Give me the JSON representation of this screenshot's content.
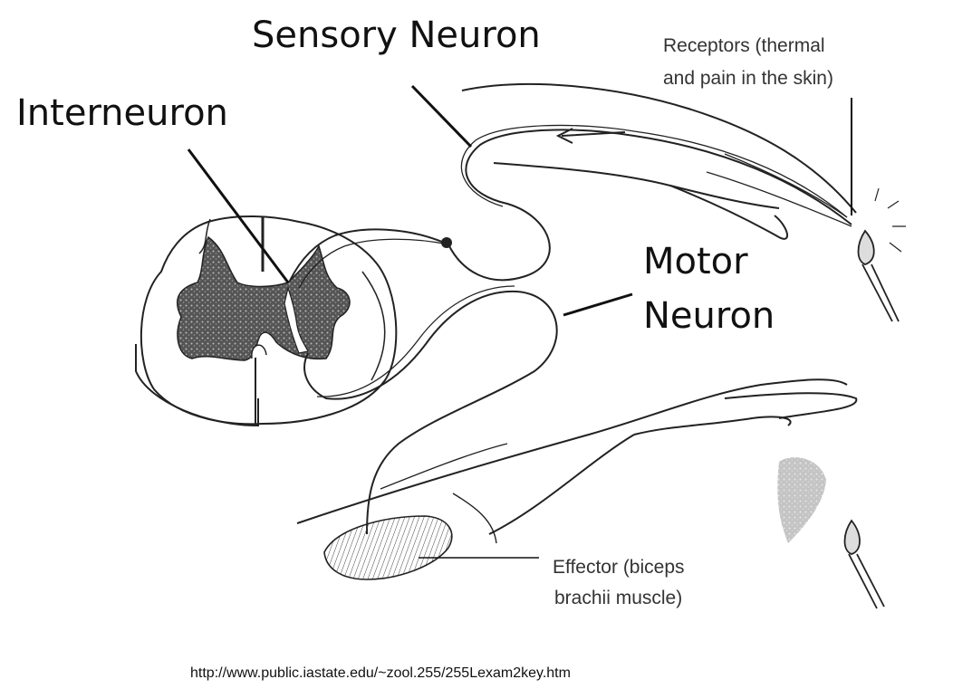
{
  "labels": {
    "sensory_neuron": "Sensory Neuron",
    "interneuron": "Interneuron",
    "motor_neuron_line1": "Motor",
    "motor_neuron_line2": "Neuron",
    "receptors_line1": "Receptors (thermal",
    "receptors_line2": "and pain in the skin)",
    "effector_line1": "Effector (biceps",
    "effector_line2": "brachii muscle)"
  },
  "source_url": "http://www.public.iastate.edu/~zool.255/255Lexam2key.htm",
  "colors": {
    "ink": "#222222",
    "label": "#111111",
    "gray_matter": "#3a3a3a",
    "background": "#ffffff"
  }
}
